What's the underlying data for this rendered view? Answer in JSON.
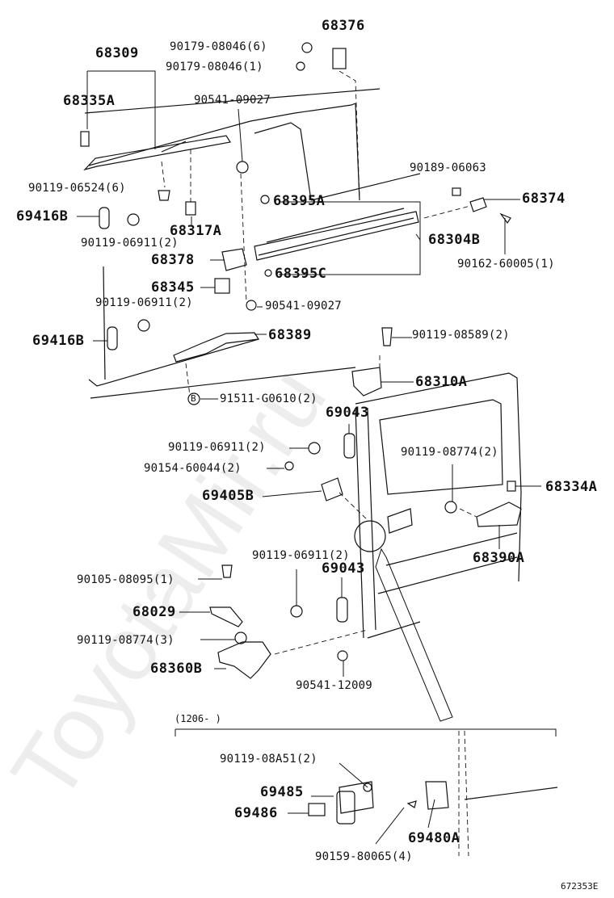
{
  "watermark": "ToyotaMir.ru",
  "diagram_id": "672353E",
  "range_note": "(1206-      )",
  "circle_b": "B",
  "labels": {
    "p68376": "68376",
    "p90179a": "90179-08046(6)",
    "p90179b": "90179-08046(1)",
    "p68309": "68309",
    "p68335A": "68335A",
    "p90541a": "90541-09027",
    "p90189": "90189-06063",
    "p68374": "68374",
    "p90119_06524": "90119-06524(6)",
    "p68395A": "68395A",
    "p69416Ba": "69416B",
    "p68317A": "68317A",
    "p68304B": "68304B",
    "p90119_06911a": "90119-06911(2)",
    "p90162": "90162-60005(1)",
    "p68378": "68378",
    "p68395C": "68395C",
    "p68345": "68345",
    "p90119_06911b": "90119-06911(2)",
    "p90541b": "90541-09027",
    "p69416Bb": "69416B",
    "p68389": "68389",
    "p90119_08589": "90119-08589(2)",
    "p68310A": "68310A",
    "p91511": "91511-G0610(2)",
    "p69043a": "69043",
    "p90119_06911c": "90119-06911(2)",
    "p90119_08774a": "90119-08774(2)",
    "p90154": "90154-60044(2)",
    "p68334A": "68334A",
    "p69405B": "69405B",
    "p90119_06911d": "90119-06911(2)",
    "p68390A": "68390A",
    "p69043b": "69043",
    "p90105": "90105-08095(1)",
    "p68029": "68029",
    "p90119_08774b": "90119-08774(3)",
    "p68360B": "68360B",
    "p90541c": "90541-12009",
    "p90119_08A51": "90119-08A51(2)",
    "p69485": "69485",
    "p69486": "69486",
    "p69480A": "69480A",
    "p90159": "90159-80065(4)"
  }
}
